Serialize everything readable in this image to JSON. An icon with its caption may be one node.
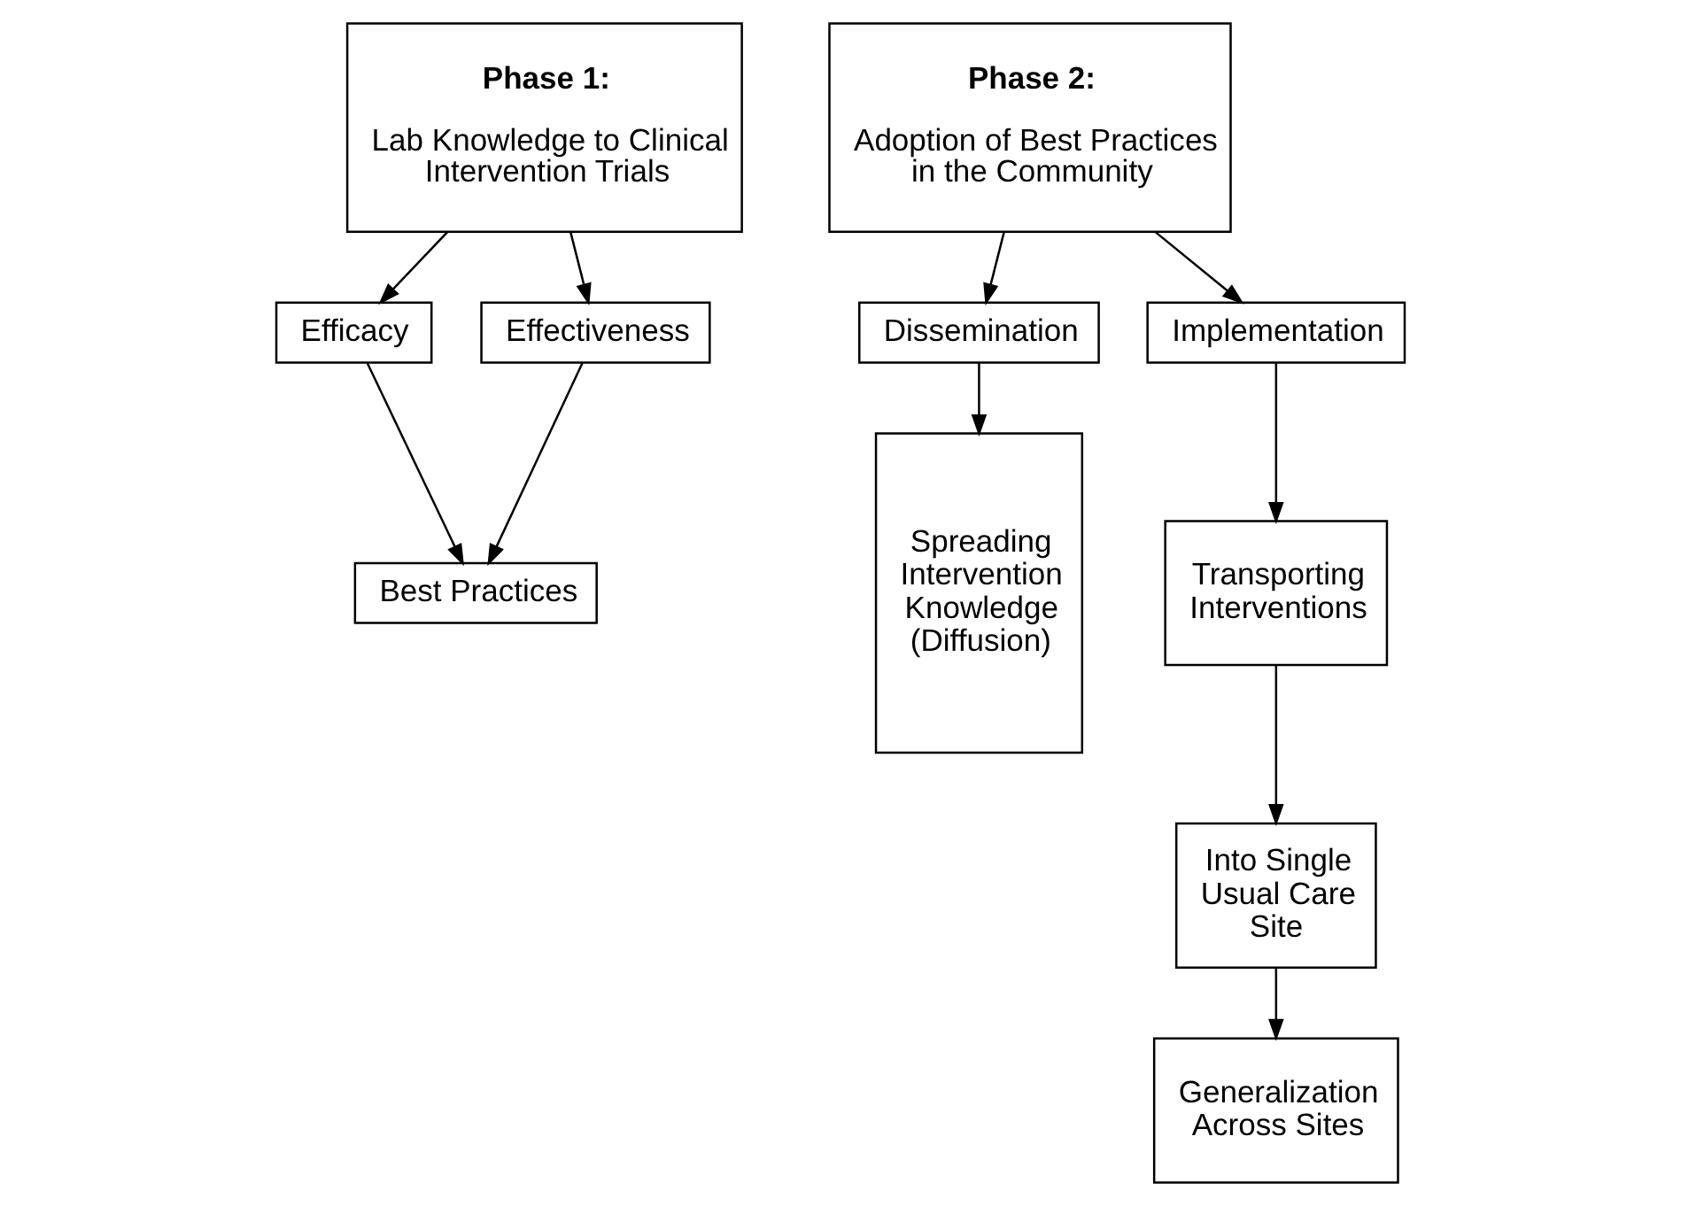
{
  "diagram": {
    "nodes": [
      {
        "text": [
          "Phase 1:",
          "Lab Knowledge to Clinical Intervention Trials"
        ]
      },
      {
        "text": [
          "Efficacy"
        ]
      },
      {
        "text": [
          "Effectiveness"
        ]
      },
      {
        "text": [
          "Best Practices"
        ]
      },
      {
        "text": [
          "Phase 2:",
          "Adoption of Best Practices in the Community"
        ]
      },
      {
        "text": [
          "Dissemination"
        ]
      },
      {
        "text": [
          "Implementation"
        ]
      },
      {
        "text": [
          "Spreading Intervention Knowledge (Diffusion)"
        ]
      },
      {
        "text": [
          "Transporting Interventions"
        ]
      },
      {
        "text": [
          "Into Single Usual Care Site"
        ]
      },
      {
        "text": [
          "Generalization Across Sites"
        ]
      }
    ],
    "edges": [
      {
        "from": 0,
        "to": 1,
        "arrow": "to"
      },
      {
        "from": 0,
        "to": 2,
        "arrow": "to"
      },
      {
        "from": 1,
        "to": 3,
        "arrow": "to"
      },
      {
        "from": 2,
        "to": 3,
        "arrow": "to"
      },
      {
        "from": 4,
        "to": 5,
        "arrow": "to"
      },
      {
        "from": 4,
        "to": 6,
        "arrow": "to"
      },
      {
        "from": 5,
        "to": 7,
        "arrow": "to"
      },
      {
        "from": 6,
        "to": 8,
        "arrow": "to"
      },
      {
        "from": 8,
        "to": 9,
        "arrow": "to"
      },
      {
        "from": 9,
        "to": 10,
        "arrow": "to"
      }
    ]
  }
}
